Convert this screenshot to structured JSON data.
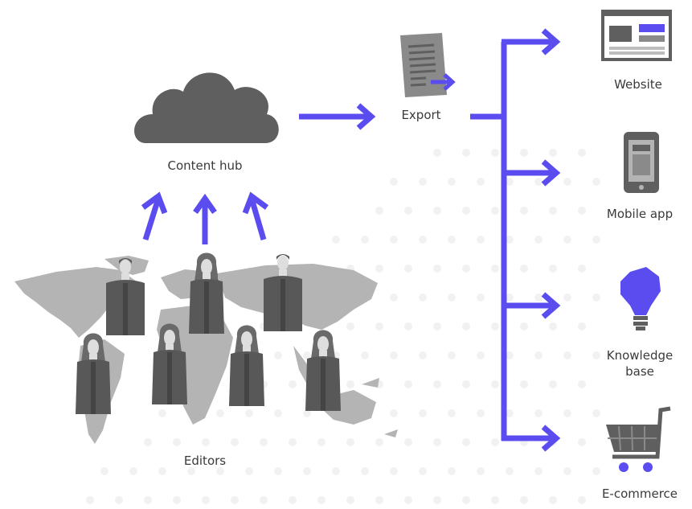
{
  "labels": {
    "content_hub": "Content hub",
    "export": "Export",
    "editors": "Editors",
    "website": "Website",
    "mobile_app": "Mobile app",
    "knowledge_base_line1": "Knowledge",
    "knowledge_base_line2": "base",
    "ecommerce": "E-commerce"
  },
  "colors": {
    "accent": "#5b4cf0",
    "icon_dark": "#5f5f5f",
    "icon_mid": "#8a8a8a",
    "map": "#b4b4b4",
    "dots": "#f1f1f1",
    "text": "#3a3a3a"
  },
  "icons": {
    "hub": "cloud-icon",
    "export": "document-export-icon",
    "website": "browser-window-icon",
    "mobile": "smartphone-icon",
    "knowledge": "lightbulb-icon",
    "ecommerce": "shopping-cart-icon",
    "editors": "person-icon",
    "map": "world-map"
  }
}
